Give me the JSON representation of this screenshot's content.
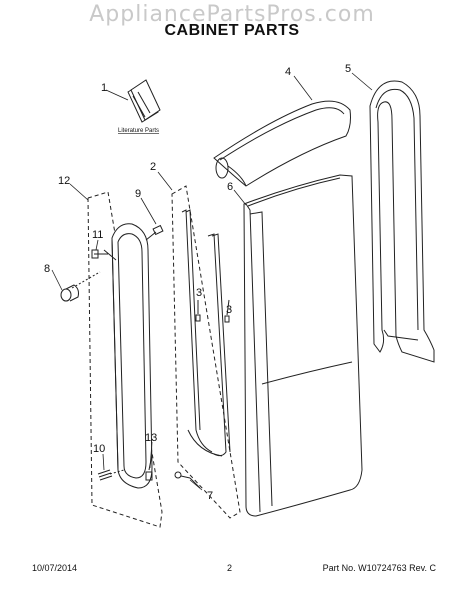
{
  "watermark": "AppliancePartsPros.com",
  "title": "CABINET PARTS",
  "literature_label": "Literature Parts",
  "callouts": [
    "1",
    "2",
    "3",
    "3",
    "4",
    "5",
    "6",
    "7",
    "8",
    "9",
    "10",
    "11",
    "12",
    "13"
  ],
  "footer": {
    "date": "10/07/2014",
    "page": "2",
    "part_no": "Part No. W10724763  Rev. C"
  }
}
